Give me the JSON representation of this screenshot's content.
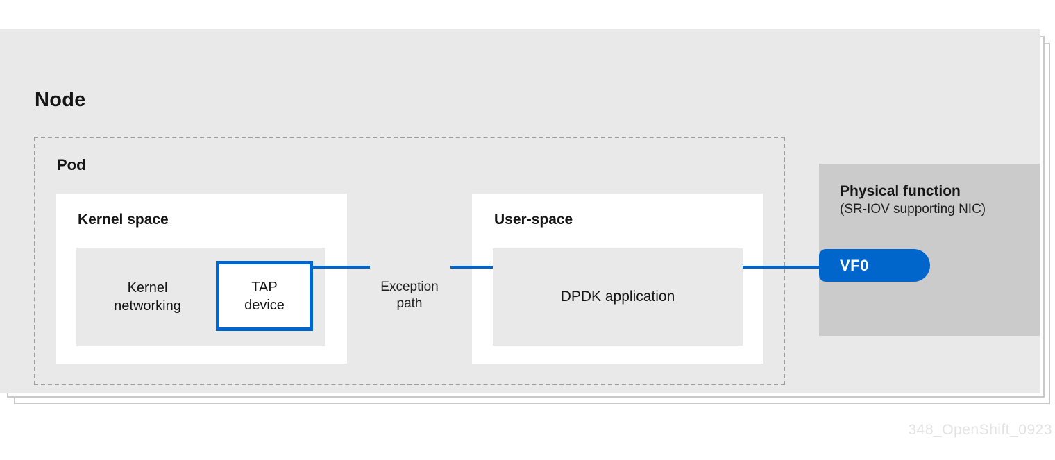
{
  "colors": {
    "accent_blue": "#0066cc",
    "node_card_gray": "#e9e9e9",
    "physical_function_gray": "#cbcbcb",
    "text": "#151515"
  },
  "node": {
    "title": "Node"
  },
  "pod": {
    "title": "Pod"
  },
  "kernel_space": {
    "title": "Kernel space",
    "networking_lines": [
      "Kernel",
      "networking"
    ],
    "tap_lines": [
      "TAP",
      "device"
    ]
  },
  "exception_path": {
    "lines": [
      "Exception",
      "path"
    ]
  },
  "user_space": {
    "title": "User-space",
    "dpdk_label": "DPDK application"
  },
  "physical_function": {
    "title": "Physical function",
    "subtitle": "(SR-IOV supporting NIC)",
    "vf_label": "VF0"
  },
  "watermark": "348_OpenShift_0923"
}
